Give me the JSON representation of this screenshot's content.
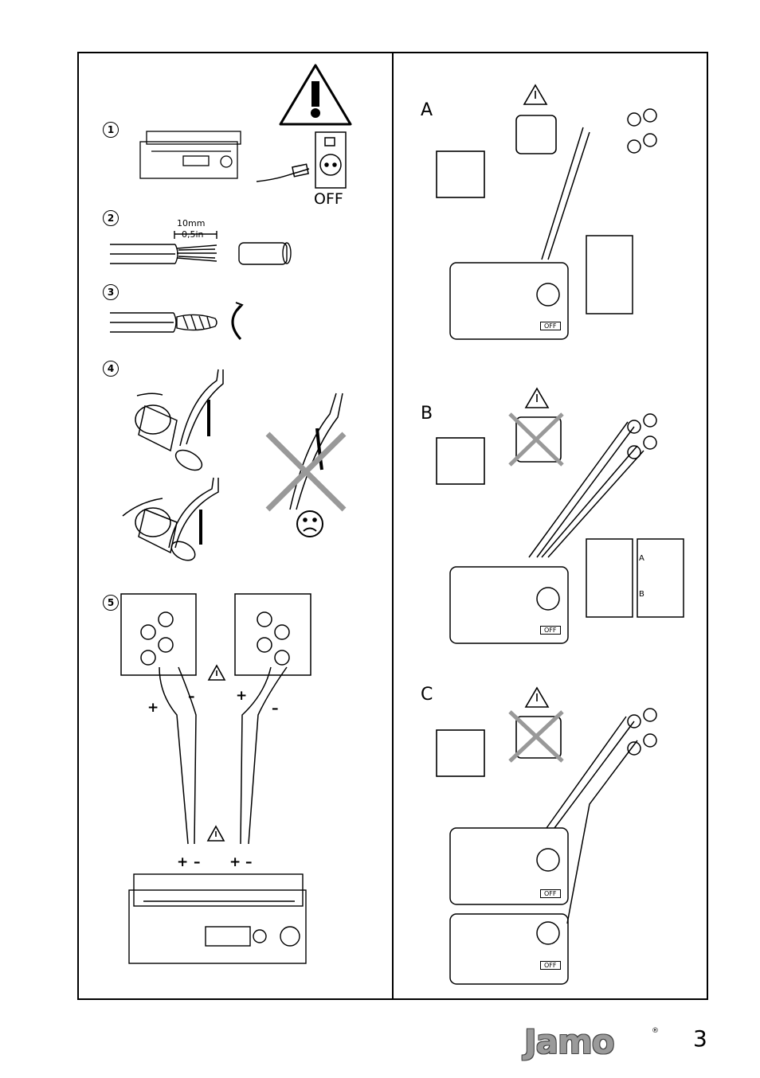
{
  "steps": [
    "1",
    "2",
    "3",
    "4",
    "5"
  ],
  "off_label": "OFF",
  "strip_length": {
    "metric": "10mm",
    "imperial": "0,5in"
  },
  "sections": [
    "A",
    "B",
    "C"
  ],
  "amp_off_button": "OFF",
  "terminal_labels": {
    "a": "A",
    "b": "B"
  },
  "polarity": {
    "plus": "+",
    "minus": "–"
  },
  "brand": "Jamo",
  "registered_mark": "®",
  "page_number": "3",
  "icons": [
    "warning-icon",
    "power-outlet-icon",
    "listener-ear-icon",
    "bridge-clip-icon",
    "sad-face-icon"
  ]
}
